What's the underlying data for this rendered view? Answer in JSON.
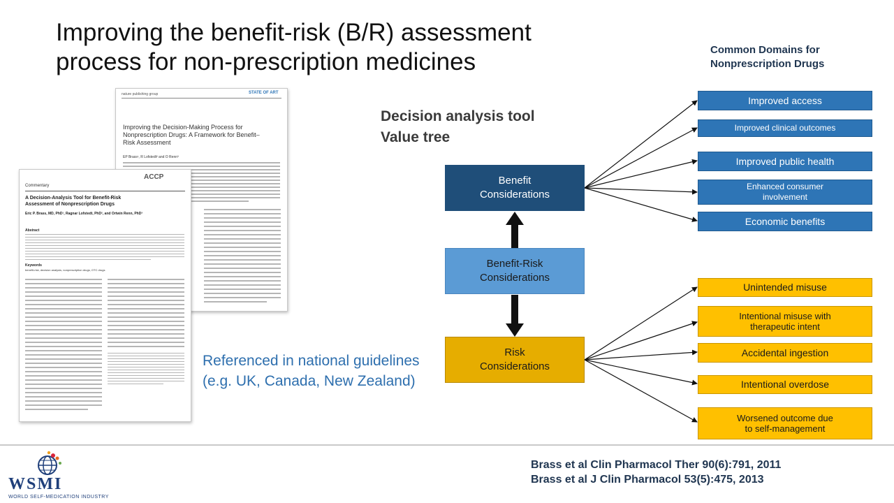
{
  "title": "Improving the benefit-risk (B/R) assessment process for non-prescription medicines",
  "domains_heading": "Common Domains for\nNonprescription Drugs",
  "tool_heading": "Decision analysis tool\nValue tree",
  "reference_text": "Referenced in national guidelines\n(e.g. UK, Canada, New Zealand)",
  "tree": {
    "benefit": "Benefit\nConsiderations",
    "benefit_risk": "Benefit-Risk\nConsiderations",
    "risk": "Risk\nConsiderations"
  },
  "benefit_domains": [
    "Improved access",
    "Improved clinical outcomes",
    "Improved public health",
    "Enhanced consumer\ninvolvement",
    "Economic benefits"
  ],
  "risk_domains": [
    "Unintended misuse",
    "Intentional misuse with\ntherapeutic intent",
    "Accidental ingestion",
    "Intentional overdose",
    "Worsened outcome due\nto self-management"
  ],
  "citations": [
    "Brass et al Clin Pharmacol Ther 90(6):791, 2011",
    "Brass et al J Clin Pharmacol 53(5):475, 2013"
  ],
  "papers": {
    "back": {
      "publisher": "nature publishing group",
      "badge": "STATE OF ART",
      "title": "Improving the Decision-Making Process for Nonprescription Drugs: A Framework for Benefit–Risk Assessment",
      "authors": "EP Brass¹, R Lofstedt² and O Renn³"
    },
    "front": {
      "label": "Commentary",
      "badge": "ACCP",
      "title": "A Decision-Analysis Tool for Benefit-Risk Assessment of Nonprescription Drugs",
      "authors": "Eric P. Brass, MD, PhD¹, Ragnar Lofstedt, PhD², and Ortwin Renn, PhD³",
      "section_abstract": "Abstract",
      "section_keywords": "Keywords",
      "keywords": "benefit-risk, decision analysis, nonprescription drugs, OTC drugs"
    }
  },
  "logo": {
    "name": "WSMI",
    "tagline": "WORLD SELF-MEDICATION INDUSTRY"
  },
  "colors": {
    "benefit_dark": "#1f4e79",
    "benefit_light": "#5b9bd5",
    "domain_blue": "#2e75b6",
    "risk_gold": "#e6ad00",
    "domain_gold": "#ffc000",
    "reference_blue": "#2e6fae"
  }
}
